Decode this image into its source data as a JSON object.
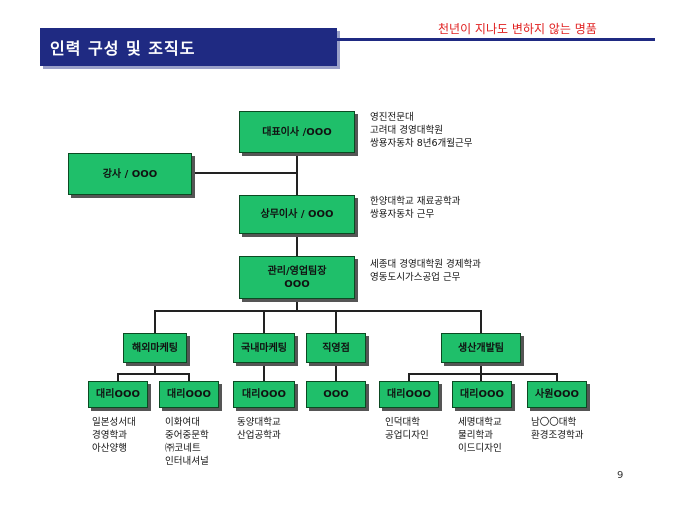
{
  "slide": {
    "title": "인력 구성 및 조직도",
    "slogan": "천년이 지나도 변하지 않는 명품",
    "page_number": "9"
  },
  "org": {
    "ceo": {
      "label": "대표이사 /OOO",
      "note": "영진전문대\n고려대 경영대학원\n쌍용자동차 8년6개월근무"
    },
    "lecturer": {
      "label": "강사 / OOO"
    },
    "managing_director": {
      "label": "상무이사 / OOO",
      "note": "한양대학교 재료공학과\n쌍용자동차 근무"
    },
    "admin_team": {
      "label": "관리/영업팀장\nOOO",
      "note": "세종대 경영대학원 경제학과\n영동도시가스공업 근무"
    },
    "departments": [
      {
        "label": "해외마케팅"
      },
      {
        "label": "국내마케팅"
      },
      {
        "label": "직영점"
      },
      {
        "label": "생산개발팀"
      }
    ],
    "staff": [
      {
        "label": "대리OOO",
        "note": "일본성서대\n경영학과\n아산양행"
      },
      {
        "label": "대리OOO",
        "note": "이화여대\n중어중문학\n㈜코네트\n인터내셔널"
      },
      {
        "label": "대리OOO",
        "note": "동양대학교\n산업공학과"
      },
      {
        "label": "OOO",
        "note": ""
      },
      {
        "label": "대리OOO",
        "note": "인덕대학\n공업디자인"
      },
      {
        "label": "대리OOO",
        "note": "세명대학교\n물리학과\n이드디자인"
      },
      {
        "label": "사원OOO",
        "note": "남〇〇대학\n환경조경학과"
      }
    ]
  },
  "colors": {
    "box_fill": "#1fbf6a",
    "title_bar": "#1f2a82",
    "slogan": "#e02020"
  }
}
